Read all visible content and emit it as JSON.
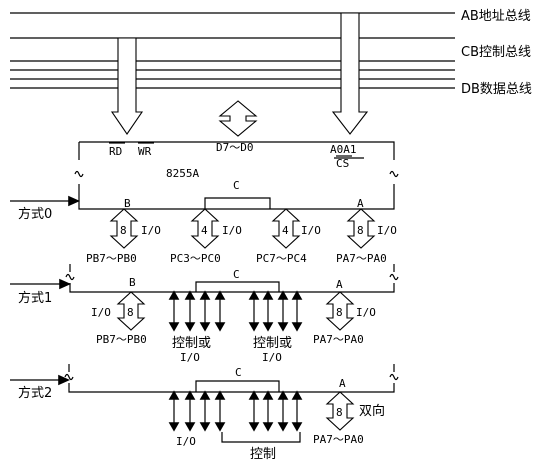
{
  "buses": {
    "ab": "AB地址总线",
    "cb": "CB控制总线",
    "db": "DB数据总线"
  },
  "chip": {
    "rd": "RD",
    "wr": "WR",
    "data": "D7～D0",
    "addr": "A0A1",
    "cs": "CS",
    "name": "8255A",
    "port_b": "B",
    "port_c": "C",
    "port_a": "A"
  },
  "mode0": {
    "label": "方式0",
    "b_width": "8",
    "b_io": "I/O",
    "cl_width": "4",
    "cl_io": "I/O",
    "ch_width": "4",
    "ch_io": "I/O",
    "a_width": "8",
    "a_io": "I/O",
    "pb": "PB7～PB0",
    "pc_low": "PC3～PC0",
    "pc_high": "PC7～PC4",
    "pa": "PA7～PA0"
  },
  "mode1": {
    "label": "方式1",
    "port_b": "B",
    "port_c": "C",
    "port_a": "A",
    "b_io": "I/O",
    "b_width": "8",
    "a_width": "8",
    "a_io": "I/O",
    "pb": "PB7～PB0",
    "ctrl_or_1": "控制或",
    "io_1": "I/O",
    "ctrl_or_2": "控制或",
    "io_2": "I/O",
    "pa": "PA7～PA0"
  },
  "mode2": {
    "label": "方式2",
    "port_c": "C",
    "port_a": "A",
    "a_width": "8",
    "bidir": "双向",
    "io": "I/O",
    "pa": "PA7～PA0",
    "ctrl": "控制"
  }
}
